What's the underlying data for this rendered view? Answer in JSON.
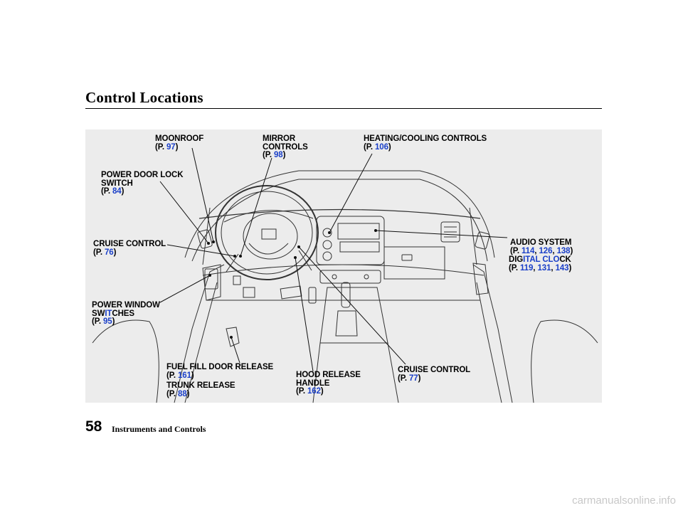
{
  "header": {
    "title": "Control Locations"
  },
  "callouts": {
    "moonroof": {
      "label": "MOONROOF",
      "pages": [
        "97"
      ]
    },
    "mirror": {
      "label_1": "MIRROR",
      "label_2": "CONTROLS",
      "pages": [
        "98"
      ]
    },
    "heating": {
      "label": "HEATING/COOLING CONTROLS",
      "pages": [
        "106"
      ]
    },
    "door_lock": {
      "label_1": "POWER DOOR LOCK",
      "label_2": "SWITCH",
      "pages": [
        "84"
      ]
    },
    "cruise_left": {
      "label": "CRUISE CONTROL",
      "pages": [
        "76"
      ]
    },
    "audio": {
      "label": "AUDIO SYSTEM",
      "pages": [
        "114",
        "126",
        "138"
      ]
    },
    "clock": {
      "label_a": "DIG",
      "label_b": "ITAL CLO",
      "label_c": "CK",
      "pages": [
        "119",
        "131",
        "143"
      ]
    },
    "window": {
      "label_1": "POWER WINDOW",
      "label_2a": "SW",
      "label_2b": "IT",
      "label_2c": "CHES",
      "pages": [
        "95"
      ]
    },
    "fuel": {
      "label": "FUEL FILL DOOR RELEASE",
      "pages": [
        "161"
      ]
    },
    "trunk": {
      "label": "TRUNK RELEASE",
      "pages": [
        "88"
      ]
    },
    "hood": {
      "label_1": "HOOD RELEASE",
      "label_2": "HANDLE",
      "pages": [
        "162"
      ]
    },
    "cruise_right": {
      "label": "CRUISE CONTROL",
      "pages": [
        "77"
      ]
    }
  },
  "ref": {
    "prefix": "(P. ",
    "suffix": ")",
    "sep": ", "
  },
  "footer": {
    "page_number": "58",
    "section": "Instruments and Controls"
  },
  "watermark": "carmanualsonline.info",
  "colors": {
    "panel": "#ececec",
    "link": "#1a3fc8"
  }
}
